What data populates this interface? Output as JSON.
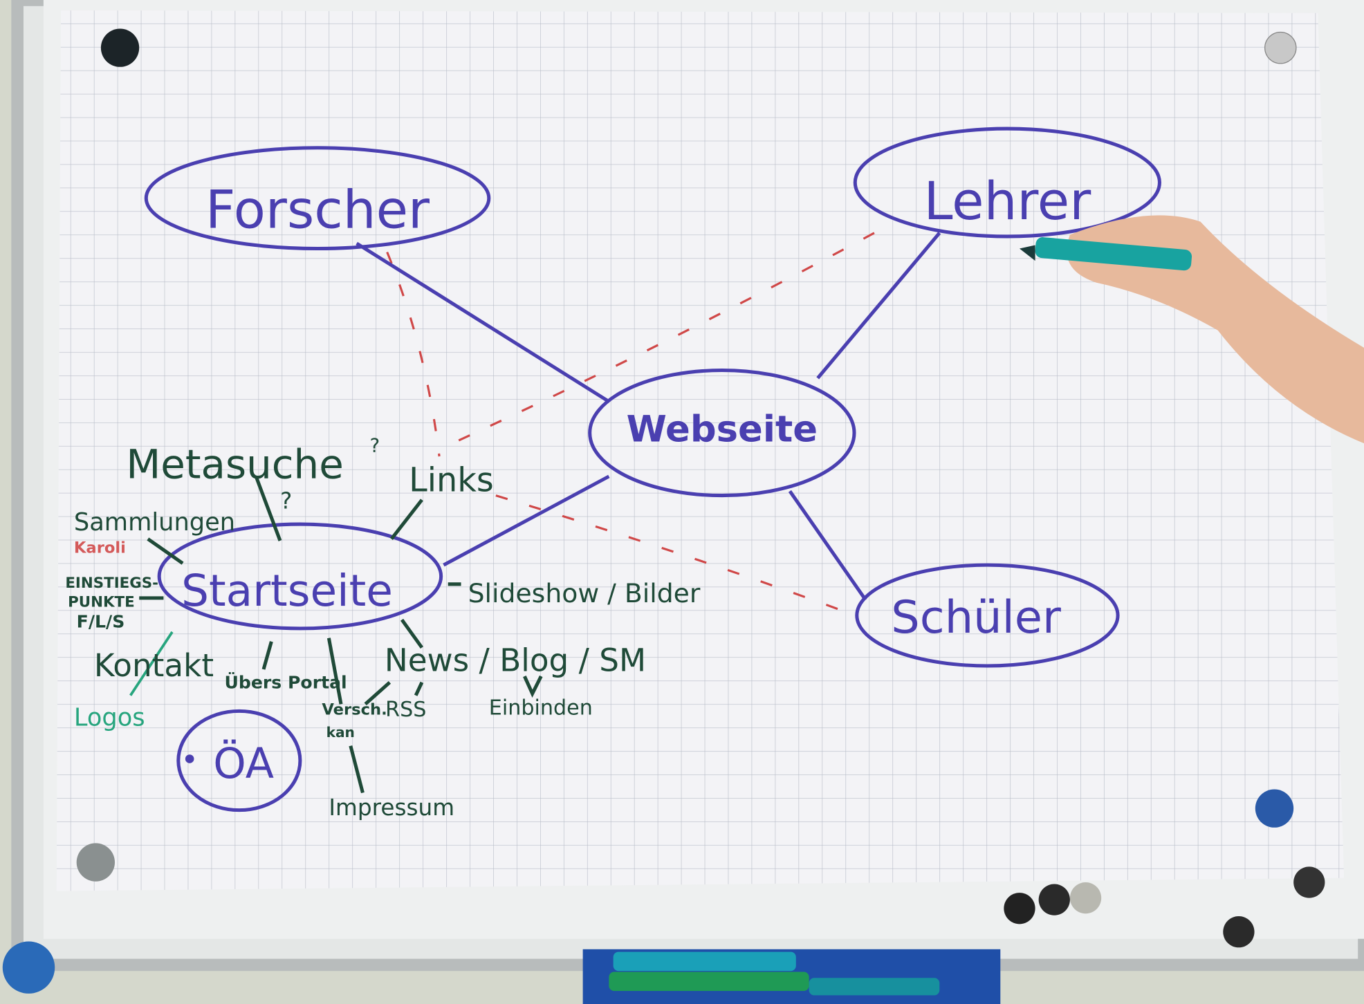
{
  "colors": {
    "primary_ink": "#4a3fb0",
    "secondary_ink": "#1f4a38",
    "accent_ink": "#27a57e",
    "dashed_ink": "#d04848"
  },
  "diagram": {
    "center": "Webseite",
    "audiences": [
      "Forscher",
      "Lehrer",
      "Schüler"
    ],
    "startseite": {
      "label": "Startseite",
      "branches": {
        "metasuche": "Metasuche",
        "metasuche_q": "?",
        "metasuche_q2": "?",
        "links": "Links",
        "sammlungen": "Sammlungen",
        "karoli": "Karoli",
        "einstieg1": "EINSTIEGS-",
        "einstieg2": "PUNKTE",
        "einstieg3": "F/L/S",
        "kontakt": "Kontakt",
        "logos": "Logos",
        "uebers": "Übers Portal",
        "versch1": "Versch.",
        "versch2": "kan",
        "rss": "RSS",
        "news": "News / Blog / SM",
        "einbinden": "Einbinden",
        "impressum": "Impressum",
        "slideshow": "Slideshow / Bilder"
      }
    },
    "oa": "ÖA"
  }
}
